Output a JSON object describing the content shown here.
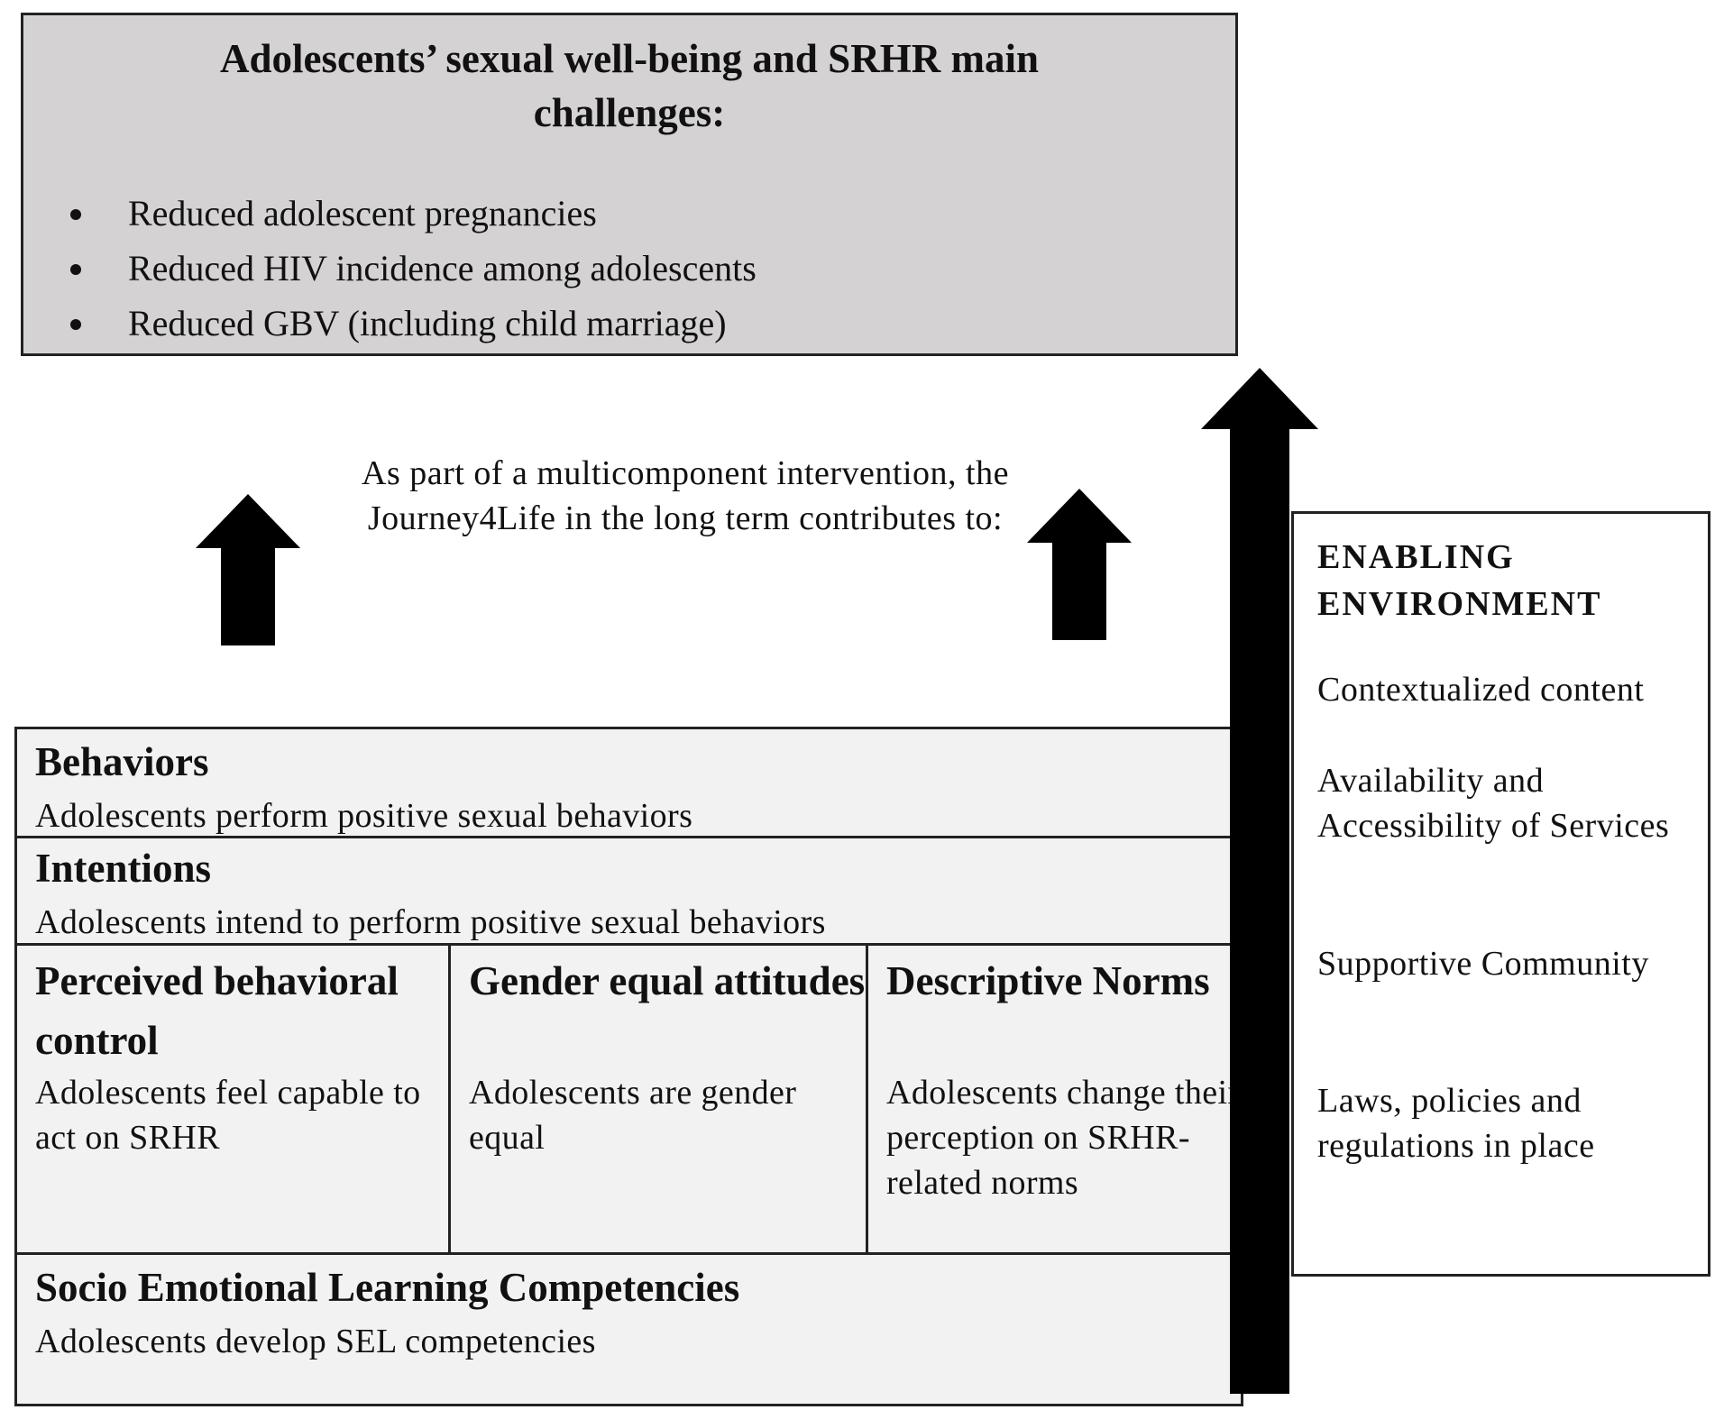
{
  "challenges": {
    "title": "Adolescents’ sexual well-being and SRHR main challenges:",
    "items": [
      "Reduced adolescent pregnancies",
      "Reduced HIV incidence among adolescents",
      "Reduced GBV (including child marriage)"
    ]
  },
  "caption": "As part of a multicomponent intervention, the Journey4Life in the long term contributes to:",
  "behaviors": {
    "title": "Behaviors",
    "text": "Adolescents perform positive sexual behaviors"
  },
  "intentions": {
    "title": "Intentions",
    "text": "Adolescents intend to perform positive sexual behaviors"
  },
  "determinants": [
    {
      "title": "Perceived behavioral control",
      "text": "Adolescents feel capable to act on SRHR"
    },
    {
      "title": "Gender equal attitudes",
      "text": "Adolescents are gender equal"
    },
    {
      "title": "Descriptive Norms",
      "text": "Adolescents change their perception on SRHR-related norms"
    }
  ],
  "sel": {
    "title": "Socio Emotional Learning Competencies",
    "text": "Adolescents develop SEL competencies"
  },
  "enabling": {
    "title": "ENABLING ENVIRONMENT",
    "items": [
      "Contextualized content",
      "Availability and Accessibility of Services",
      "Supportive Community",
      "Laws, policies and regulations in place"
    ]
  },
  "colors": {
    "challenges_fill": "#d4d2d3",
    "box_fill": "#f2f2f2",
    "arrow": "#000000"
  }
}
